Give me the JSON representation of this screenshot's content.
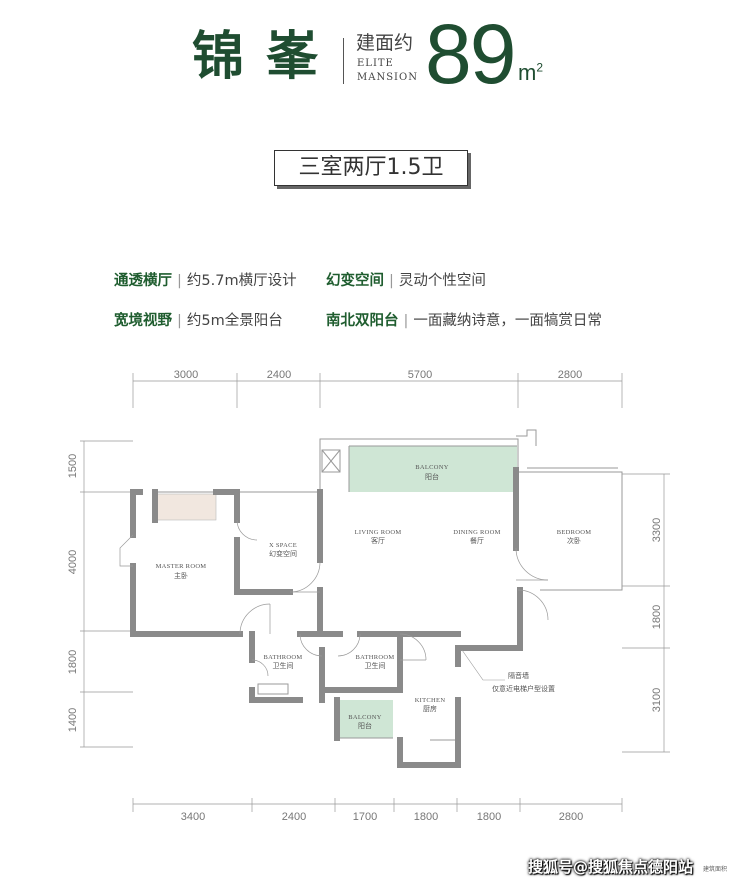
{
  "header": {
    "name_cn": "锦峯",
    "area_label": "建面约",
    "name_en_line1": "ELITE",
    "name_en_line2": "MANSION",
    "area_value": "89",
    "area_unit": "m",
    "area_unit_sup": "2"
  },
  "layout_type": "三室两厅1.5卫",
  "features": [
    {
      "key": "通透横厅",
      "value": "约5.7m横厅设计"
    },
    {
      "key": "幻变空间",
      "value": "灵动个性空间"
    },
    {
      "key": "宽境视野",
      "value": "约5m全景阳台"
    },
    {
      "key": "南北双阳台",
      "value": "一面藏纳诗意，一面犒赏日常"
    }
  ],
  "separator": "|",
  "dimensions": {
    "top": [
      "3000",
      "2400",
      "5700",
      "2800"
    ],
    "bottom": [
      "3400",
      "2400",
      "1700",
      "1800",
      "1800",
      "2800"
    ],
    "left": [
      "1500",
      "4000",
      "1800",
      "1400"
    ],
    "right": [
      "3300",
      "1800",
      "3100"
    ]
  },
  "rooms": {
    "balcony_main": {
      "en": "BALCONY",
      "cn": "阳台"
    },
    "living": {
      "en": "LIVING ROOM",
      "cn": "客厅"
    },
    "dining": {
      "en": "DINING ROOM",
      "cn": "餐厅"
    },
    "bedroom": {
      "en": "BEDROOM",
      "cn": "次卧"
    },
    "xspace": {
      "en": "X  SPACE",
      "cn": "幻变空间"
    },
    "master": {
      "en": "MASTER ROOM",
      "cn": "主卧"
    },
    "bath1": {
      "en": "BATHROOM",
      "cn": "卫生间"
    },
    "bath2": {
      "en": "BATHROOM",
      "cn": "卫生间"
    },
    "kitchen": {
      "en": "KITCHEN",
      "cn": "厨房"
    },
    "balcony_small": {
      "en": "BALCONY",
      "cn": "阳台"
    }
  },
  "notes": {
    "wall_title": "隔音墙",
    "wall_desc": "仅意近电梯户型设置"
  },
  "watermark": "搜狐号@搜狐焦点德阳站",
  "watermark_small": "建筑面积",
  "colors": {
    "brand_green": "#1f4d31",
    "feature_green": "#1f5d2f",
    "balcony_fill": "#cfe6d5",
    "wall": "#8a8a8a"
  }
}
